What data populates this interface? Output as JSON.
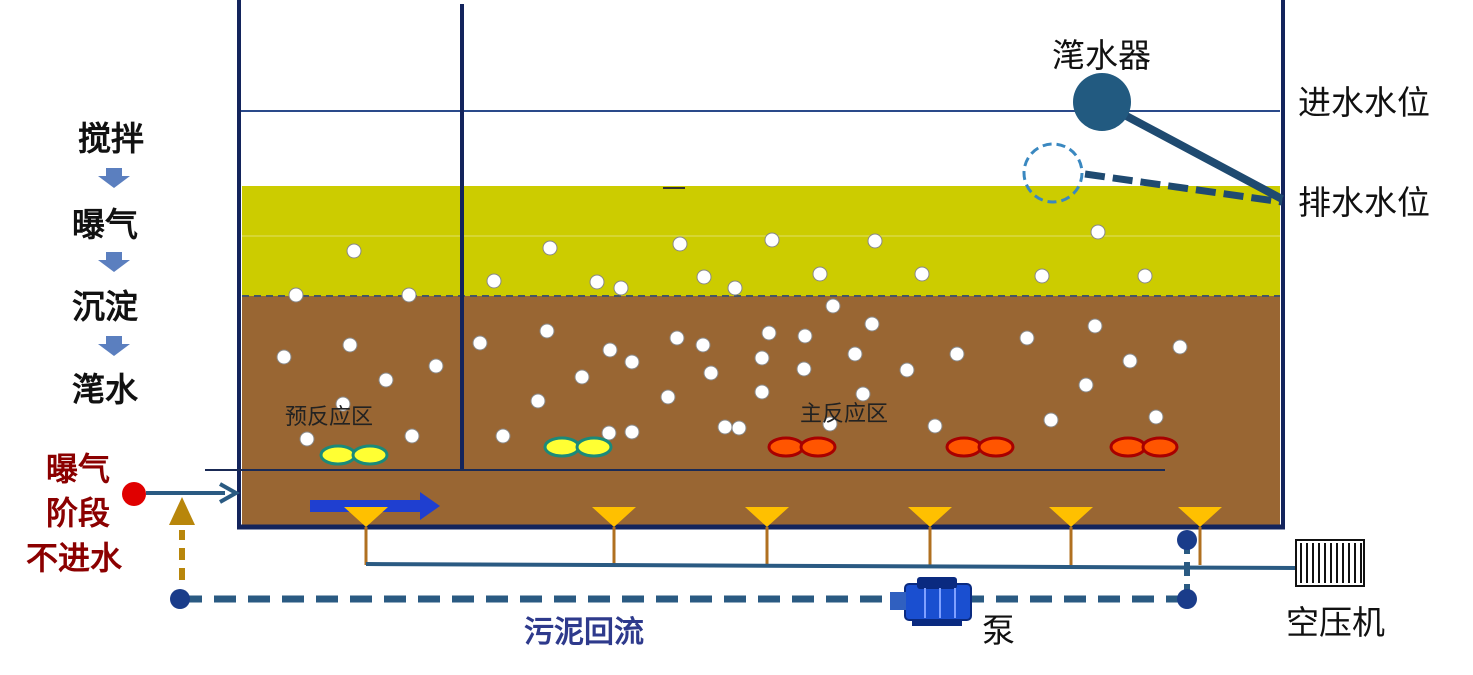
{
  "process_steps": [
    "搅拌",
    "曝气",
    "沉淀",
    "滗水"
  ],
  "phase_note": [
    "曝气",
    "阶段",
    "不进水"
  ],
  "labels": {
    "decanter": "滗水器",
    "inflow_level": "进水水位",
    "discharge_level": "排水水位",
    "pre_reaction_zone": "预反应区",
    "main_reaction_zone": "主反应区",
    "sludge_return": "污泥回流",
    "pump": "泵",
    "air_compressor": "空压机"
  },
  "colors": {
    "tank_wall": "#13245c",
    "water_layer": "#cccc00",
    "sludge_layer": "#996633",
    "bubble": "#ffffff",
    "pipe": "#2a5a82",
    "return_arrow": "#b8860b",
    "diffuser": "#ffc000",
    "inlet_dot": "#e00000",
    "flow_arrow": "#1f3fd0",
    "pre_zone_blob": "#ffff33",
    "main_zone_blob": "#ff5500"
  }
}
